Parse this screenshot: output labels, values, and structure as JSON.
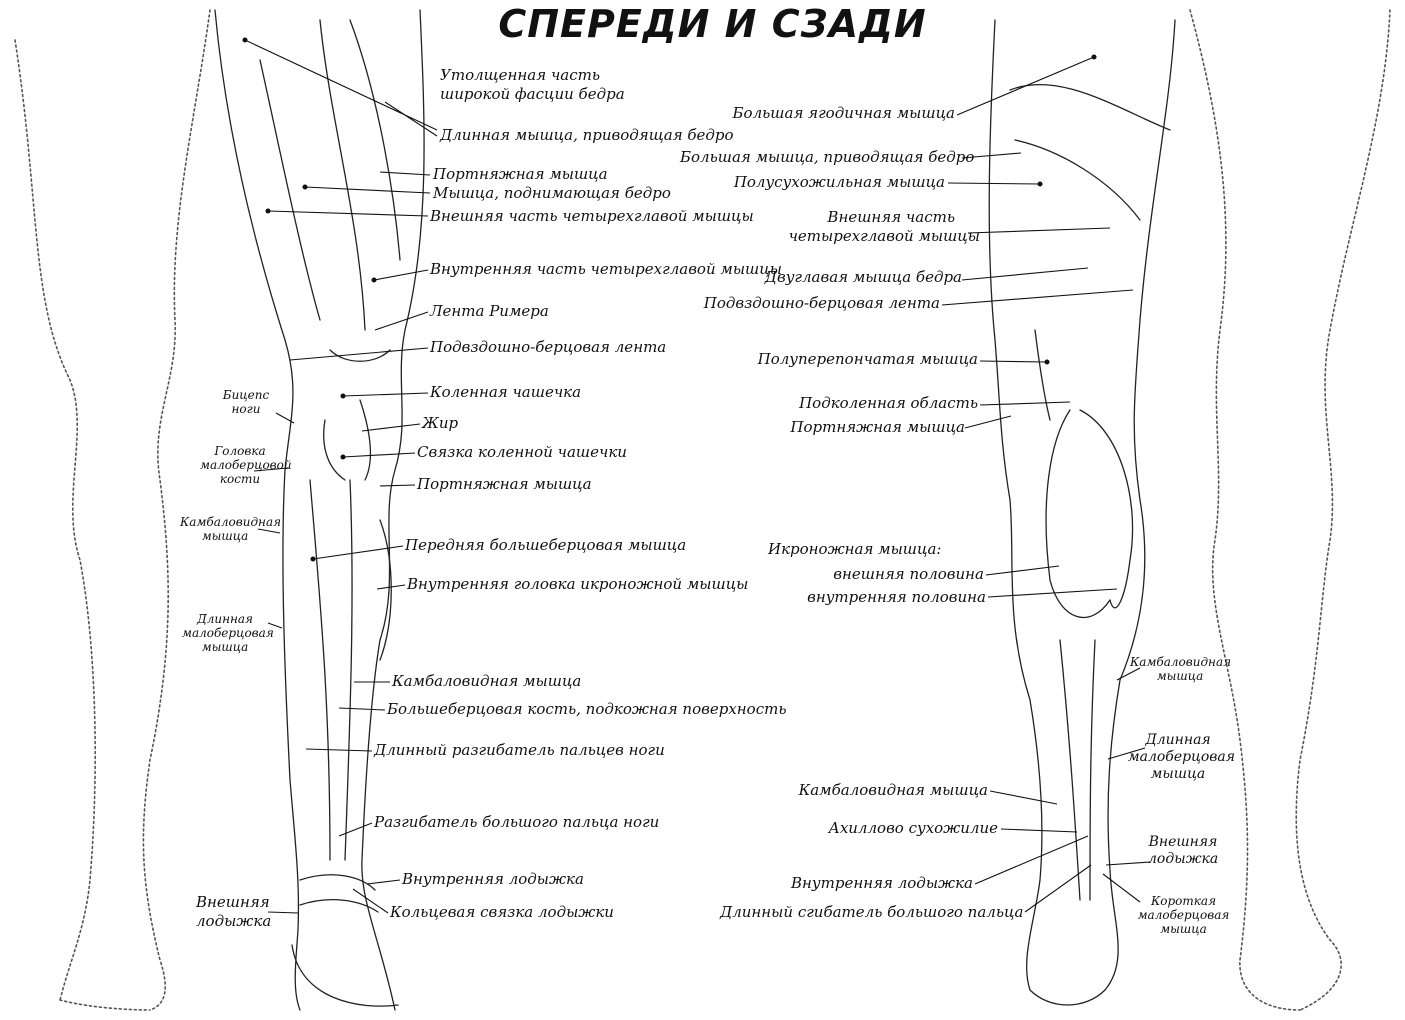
{
  "title": "СПЕРЕДИ И СЗАДИ",
  "front_labels": {
    "a1": "Утолщенная часть",
    "a1b": "широкой фасции бедра",
    "a2": "Длинная мышца, приводящая бедро",
    "a3": "Портняжная мышца",
    "a4": "Мышца, поднимающая бедро",
    "a5": "Внешняя часть четырехглавой мышцы",
    "a6": "Внутренняя часть четырехглавой мышцы",
    "a7": "Лента Римера",
    "a8": "Подвздошно-берцовая лента",
    "a9": "Коленная чашечка",
    "a10": "Жир",
    "a11": "Связка коленной чашечки",
    "a12": "Портняжная мышца",
    "a13": "Передняя большеберцовая мышца",
    "a14": "Внутренняя головка икроножной мышцы",
    "a15": "Камбаловидная мышца",
    "a16": "Большеберцовая кость, подкожная поверхность",
    "a17": "Длинный разгибатель пальцев ноги",
    "a18": "Разгибатель большого пальца ноги",
    "a19": "Внутренняя лодыжка",
    "a20": "Кольцевая связка лодыжки"
  },
  "front_left_labels": {
    "b1": "Бицепс",
    "b1b": "ноги",
    "b2": "Головка",
    "b2b": "малоберцовой",
    "b2c": "кости",
    "b3": "Камбаловидная",
    "b3b": "мышца",
    "b4": "Длинная",
    "b4b": "малоберцовая",
    "b4c": "мышца",
    "b5": "Внешняя",
    "b5b": "лодыжка"
  },
  "back_labels": {
    "c1": "Большая ягодичная мышца",
    "c2": "Большая мышца, приводящая бедро",
    "c3": "Полусухожильная мышца",
    "c4": "Внешняя часть",
    "c4b": "четырехглавой мышцы",
    "c5": "Двуглавая мышца бедра",
    "c6": "Подвздошно-берцовая лента",
    "c7": "Полуперепончатая мышца",
    "c8": "Подколенная область",
    "c9": "Портняжная мышца",
    "c10": "Икроножная мышца:",
    "c10b": "внешняя половина",
    "c10c": "внутренняя половина",
    "c11": "Камбаловидная мышца",
    "c12": "Ахиллово сухожилие",
    "c13": "Внутренняя лодыжка",
    "c14": "Длинный сгибатель большого пальца"
  },
  "back_right_labels": {
    "d1": "Камбаловидная",
    "d1b": "мышца",
    "d2": "Длинная",
    "d2b": "малоберцовая",
    "d2c": "мышца",
    "d3": "Внешняя",
    "d3b": "лодыжка",
    "d4": "Короткая",
    "d4b": "малоберцовая",
    "d4c": "мышца"
  }
}
